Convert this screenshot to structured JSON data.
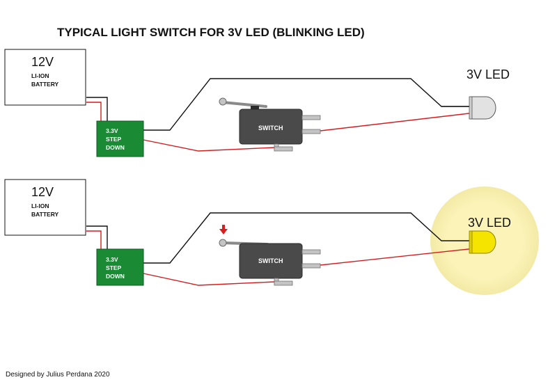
{
  "title": "TYPICAL LIGHT SWITCH FOR 3V LED (BLINKING LED)",
  "credit": "Designed by Julius Perdana 2020",
  "colors": {
    "wire_positive": "#d11d1d",
    "wire_negative": "#111111",
    "stepdown_fill": "#1b8a34",
    "switch_body": "#4a4a4a",
    "led_off": "#e2e2e2",
    "led_on": "#f5e400",
    "glow": "#fbf3b8",
    "pointer_arrow": "#d81f1f"
  },
  "panels": [
    {
      "state": "off",
      "battery": {
        "voltage": "12V",
        "line1": "LI-ION",
        "line2": "BATTERY"
      },
      "stepdown": {
        "line1": "3.3V",
        "line2": "STEP",
        "line3": "DOWN"
      },
      "switch": {
        "label": "SWITCH",
        "pressed": false
      },
      "led": {
        "label": "3V LED",
        "lit": false
      }
    },
    {
      "state": "on",
      "battery": {
        "voltage": "12V",
        "line1": "LI-ION",
        "line2": "BATTERY"
      },
      "stepdown": {
        "line1": "3.3V",
        "line2": "STEP",
        "line3": "DOWN"
      },
      "switch": {
        "label": "SWITCH",
        "pressed": true,
        "indicator_icon": "down-arrow-icon"
      },
      "led": {
        "label": "3V LED",
        "lit": true
      }
    }
  ]
}
